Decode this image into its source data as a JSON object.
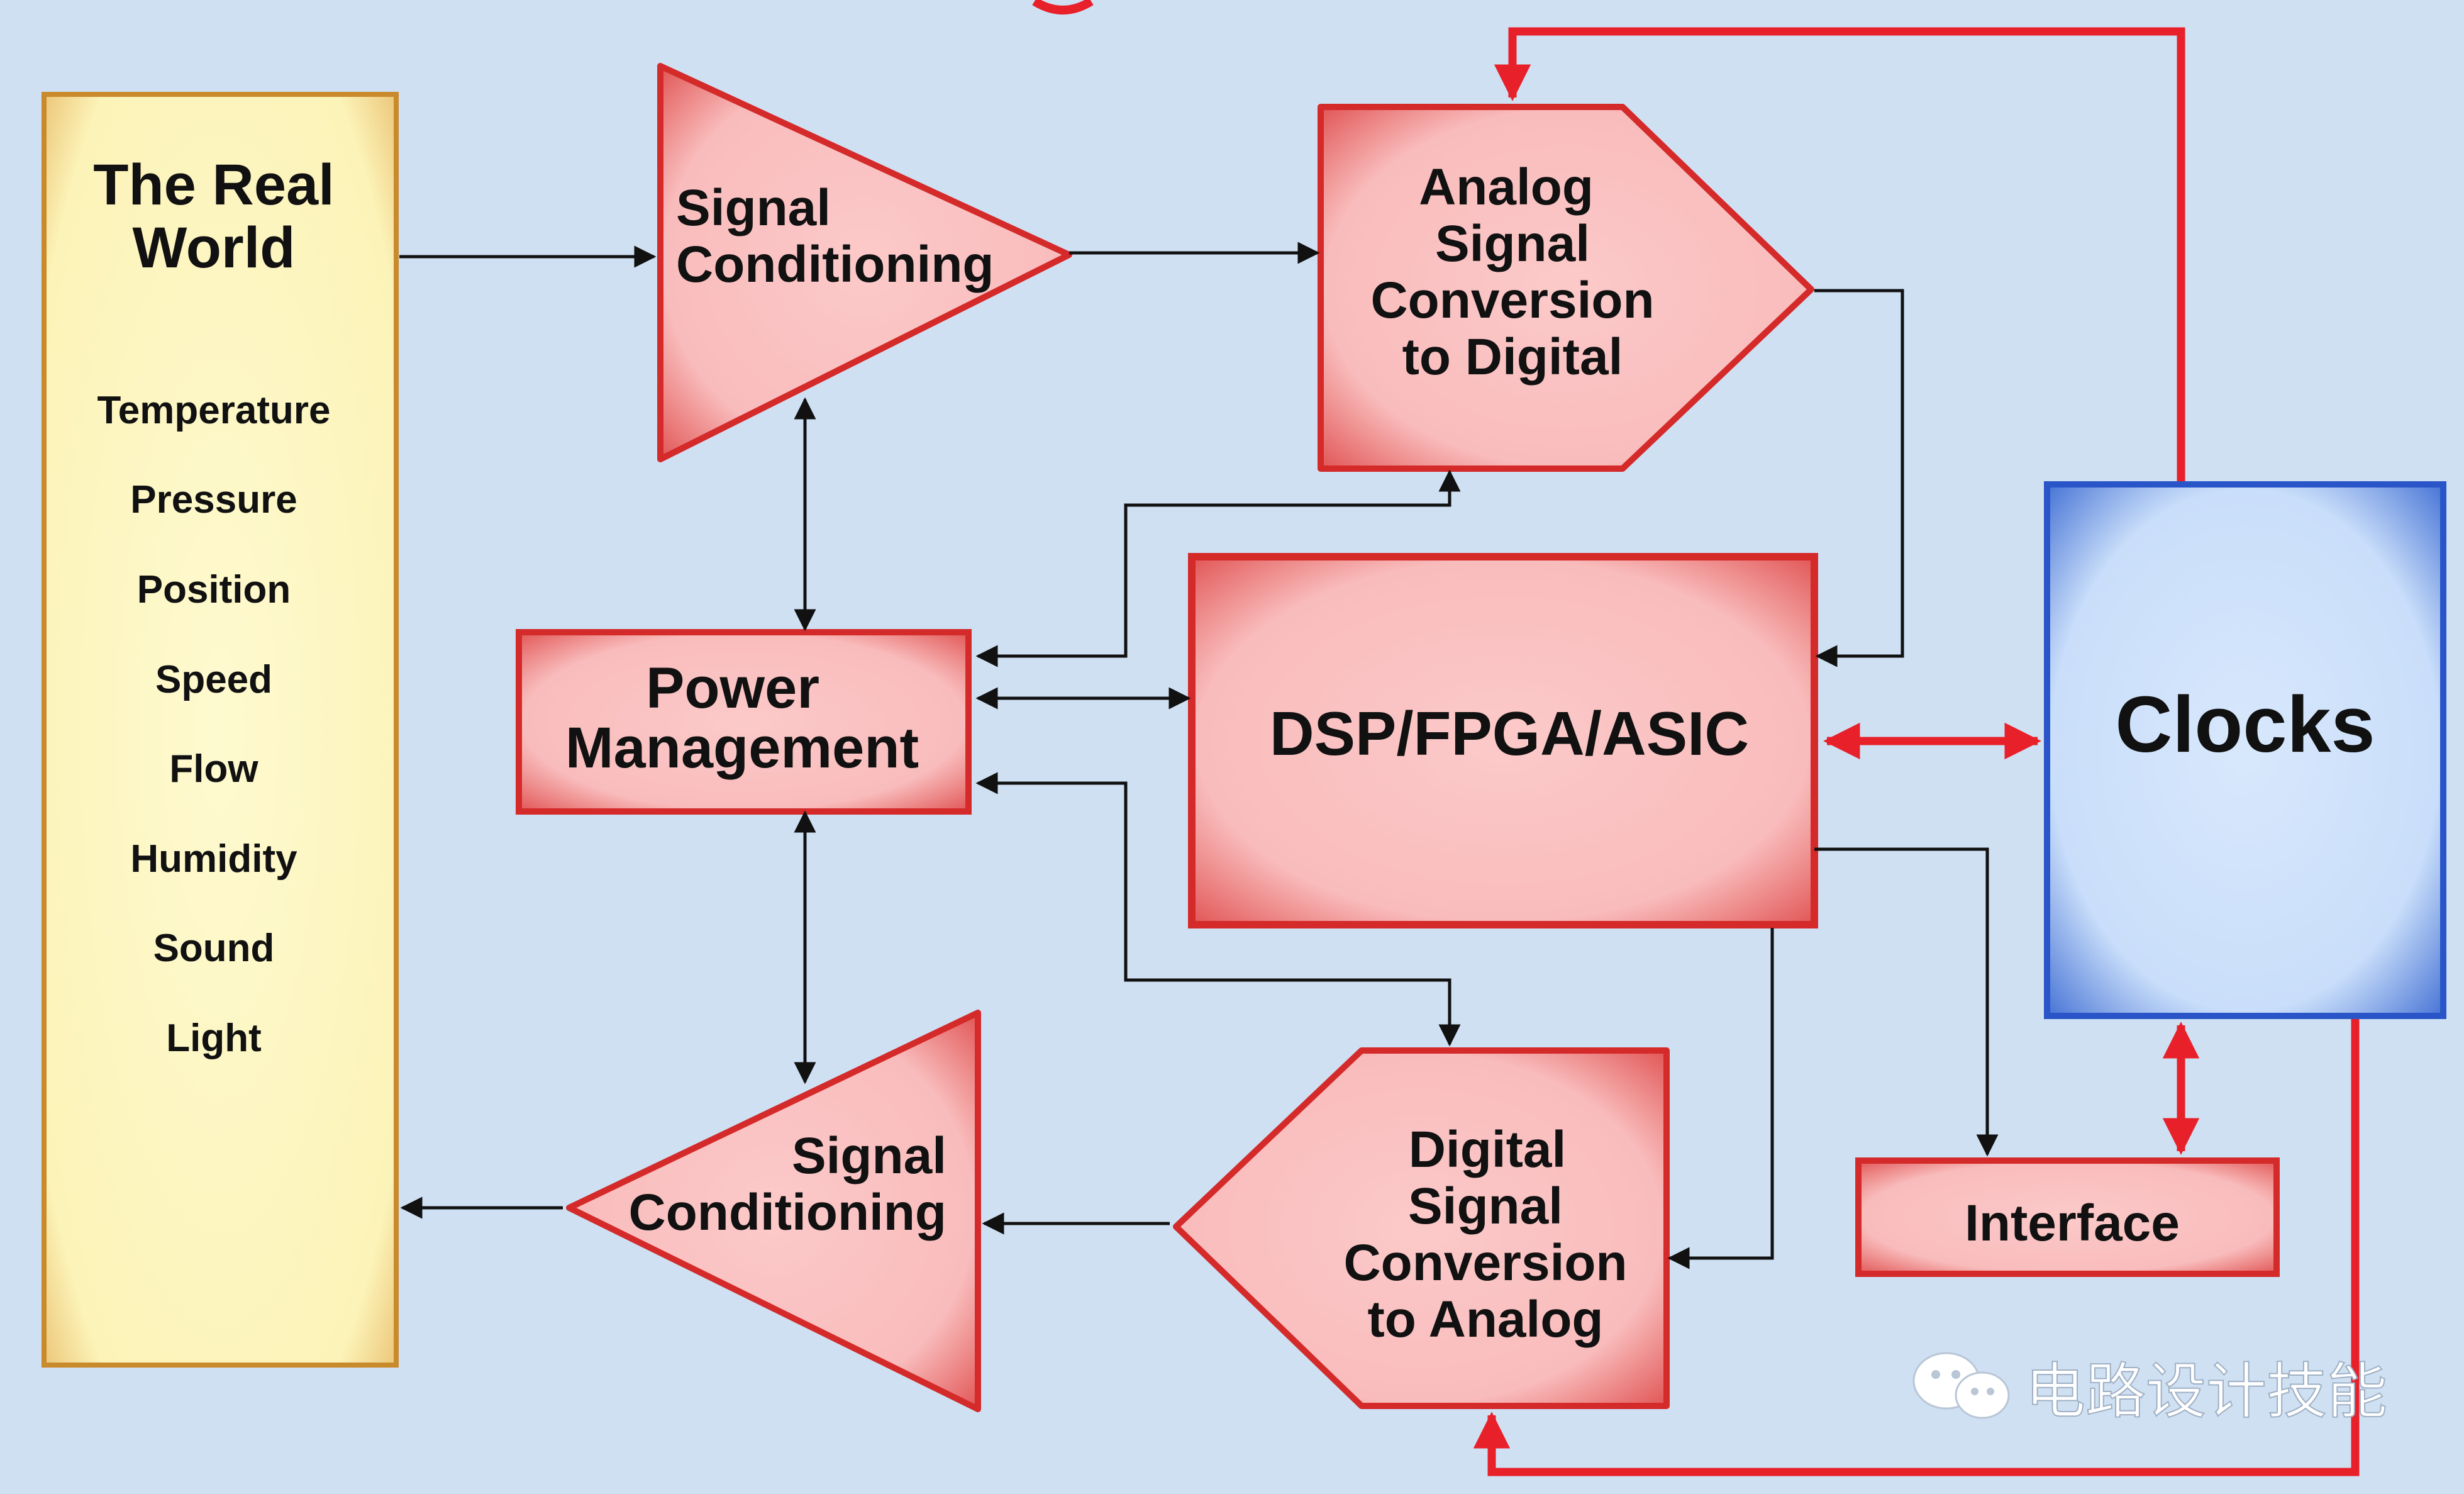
{
  "real_world": {
    "title_line1": "The Real",
    "title_line2": "World",
    "items": [
      "Temperature",
      "Pressure",
      "Position",
      "Speed",
      "Flow",
      "Humidity",
      "Sound",
      "Light"
    ]
  },
  "signal_conditioning_in": {
    "line1": "Signal",
    "line2": "Conditioning"
  },
  "adc": {
    "line1": "Analog",
    "line2": "Signal",
    "line3": "Conversion",
    "line4": "to Digital"
  },
  "power_management": {
    "line1": "Power",
    "line2": "Management"
  },
  "processor": {
    "label": "DSP/FPGA/ASIC"
  },
  "clocks": {
    "label": "Clocks"
  },
  "dac": {
    "line1": "Digital",
    "line2": "Signal",
    "line3": "Conversion",
    "line4": "to Analog"
  },
  "signal_conditioning_out": {
    "line1": "Signal",
    "line2": "Conditioning"
  },
  "interface": {
    "label": "Interface"
  },
  "watermark": {
    "text": "电路设计技能"
  },
  "colors": {
    "background": "#cfe0f3",
    "block_fill": "#fbc4c4",
    "block_edge": "#d42a2a",
    "real_world_fill": "#fdf7c4",
    "real_world_edge": "#c98a2c",
    "clocks_fill": "#cfe2fb",
    "clocks_edge": "#2a55c8",
    "clock_lines": "#e8202a",
    "signal_lines": "#111111"
  }
}
